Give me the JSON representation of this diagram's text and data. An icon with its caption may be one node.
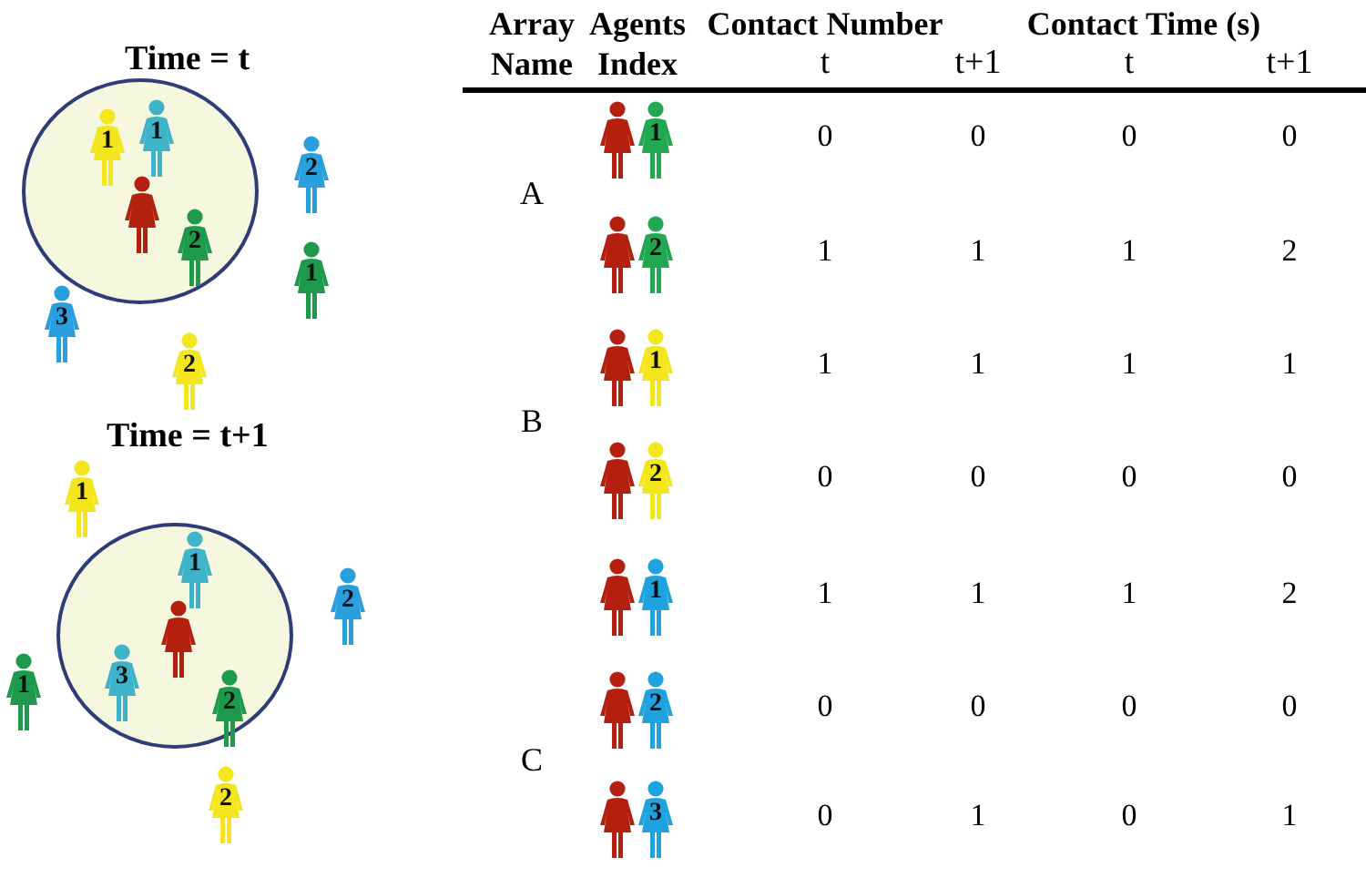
{
  "diagram": {
    "nodes": [
      {
        "text": [],
        "shape": "circle"
      },
      {
        "text": [
          "1"
        ],
        "in": 0
      },
      {
        "text": [
          "1"
        ],
        "in": 0
      },
      {
        "text": [],
        "shape": "person",
        "in": 0
      },
      {
        "text": [
          "2"
        ],
        "in": 0
      },
      {
        "text": [
          "2"
        ]
      },
      {
        "text": [
          "1"
        ]
      },
      {
        "text": [
          "3"
        ]
      },
      {
        "text": [
          "2"
        ]
      },
      {
        "text": [
          "1"
        ]
      },
      {
        "text": [],
        "shape": "circle"
      },
      {
        "text": [
          "1"
        ],
        "in": 10
      },
      {
        "text": [],
        "shape": "person",
        "in": 10
      },
      {
        "text": [
          "2"
        ]
      },
      {
        "text": [
          "3"
        ],
        "in": 10
      },
      {
        "text": [
          "1"
        ]
      },
      {
        "text": [
          "2"
        ],
        "in": 10
      },
      {
        "text": [
          "2"
        ]
      }
    ],
    "labels": [
      "Time = t",
      "Time = t+1",
      "Array Name",
      "Agents Index",
      "Contact Number",
      "Contact Time (s)",
      "t",
      "t+1",
      "t",
      "t+1",
      "1",
      "0",
      "0",
      "0",
      "0",
      "A",
      "2",
      "1",
      "1",
      "1",
      "2",
      "1",
      "1",
      "1",
      "1",
      "1",
      "B",
      "2",
      "0",
      "0",
      "0",
      "0",
      "1",
      "1",
      "1",
      "1",
      "2",
      "C",
      "2",
      "0",
      "0",
      "0",
      "0",
      "3",
      "0",
      "1",
      "0",
      "1"
    ]
  }
}
